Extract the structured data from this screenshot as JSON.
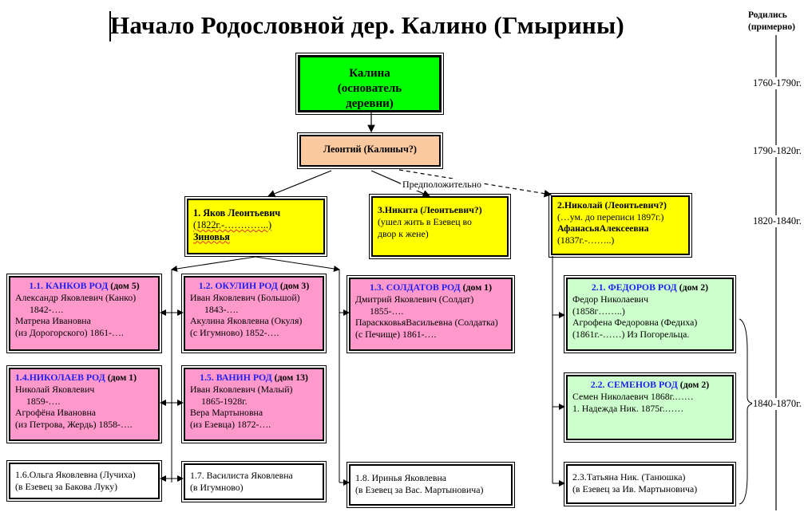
{
  "title": "Начало Родословной дер. Калино (Гмырины)",
  "side_header": [
    "Родились",
    "(примерно)"
  ],
  "eras": [
    "1760-1790г.",
    "1790-1820г.",
    "1820-1840г.",
    "1840-1870г."
  ],
  "note": "Предположительно",
  "founder": {
    "lines": [
      "Калина",
      "(основатель",
      "деревни)"
    ]
  },
  "leonty": {
    "label": "Леонтий (Калиныч?)"
  },
  "yakov": {
    "lines": [
      "1. Яков Леонтьевич",
      "(1822г.-…………..)",
      "Зиновья"
    ]
  },
  "nikita": {
    "lines": [
      "3.Никита (Леонтьевич?)",
      "(ушел жить в Езевец во",
      "двор к жене)"
    ]
  },
  "nikolay": {
    "lines": [
      "2.Николай (Леонтьевич?)",
      "(…ум. до переписи 1897г.)",
      "АфанасьяАлексеевна",
      "(1837г.-……..)"
    ]
  },
  "kankov": {
    "title": "1.1. КАНКОВ РОД",
    "house": "(дом 5)",
    "lines": [
      "Александр Яковлевич (Канко)",
      "1842-….",
      "Матрена Ивановна",
      "(из Дорогорского) 1861-…."
    ]
  },
  "okulin": {
    "title": "1.2. ОКУЛИН РОД",
    "house": "(дом 3)",
    "lines": [
      "Иван Яковлевич (Большой)",
      "1843-….",
      "Акулина Яковлевна (Окуля)",
      "(с  Игумново) 1852-…."
    ]
  },
  "soldatov": {
    "title": "1.3. СОЛДАТОВ РОД",
    "house": "(дом 1)",
    "lines": [
      "Дмитрий Яковлевич (Солдат)",
      "1855-….",
      "ПараскковьяВасильевна (Солдатка)",
      "(с  Печище) 1861-…."
    ]
  },
  "nikolaev": {
    "title": "1.4.НИКОЛАЕВ РОД",
    "house": "(дом 1)",
    "lines": [
      "Николай Яковлевич",
      "1859-….",
      "Агрофёна Ивановна",
      "(из Петрова, Жердь) 1858-…."
    ]
  },
  "vanin": {
    "title": "1.5. ВАНИН РОД",
    "house": "(дом 13)",
    "lines": [
      "Иван Яковлевич (Малый)",
      "1865-1928г.",
      "Вера Мартыновна",
      "(из Езевца) 1872-…."
    ]
  },
  "fedorov": {
    "title": "2.1. ФЕДОРОВ РОД",
    "house": "(дом 2)",
    "lines": [
      "Федор Николаевич",
      "(1858г……..)",
      "Агрофена Федоровна (Федиха)",
      "(1861г.-……) Из Погорельца."
    ]
  },
  "semenov": {
    "title": "2.2. СЕМЕНОВ РОД",
    "house": "(дом 2)",
    "lines": [
      "Семен Николаевич 1868г.……",
      "1. Надежда Ник. 1875г.……"
    ]
  },
  "olga": {
    "lines": [
      "1.6.Ольга Яковлевна (Лучиха)",
      "(в Езевец за Бакова Луку)"
    ]
  },
  "vasilista": {
    "lines": [
      "1.7. Василиста Яковлевна",
      "(в Игумново)"
    ]
  },
  "irinya": {
    "lines": [
      "1.8. Иринья Яковлевна",
      "(в Езевец за Вас. Мартыновича)"
    ]
  },
  "tatyana": {
    "lines": [
      "2.3.Татьяна Ник. (Танюшка)",
      "(в Езевец за Ив. Мартыновича)"
    ]
  }
}
